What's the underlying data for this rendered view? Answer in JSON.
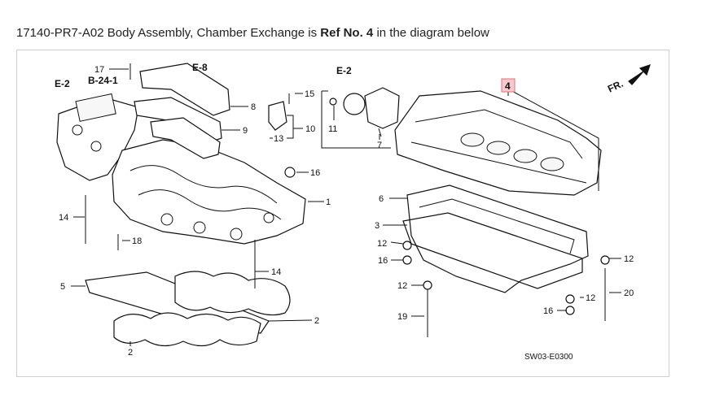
{
  "caption": {
    "part_number": "17140-PR7-A02 Body Assembly, Chamber Exchange is",
    "ref_text": "Ref No. 4",
    "suffix": "in the diagram below"
  },
  "diagram": {
    "highlight_color": "#e8707a",
    "highlight_fill": "#f7c9cc",
    "drawing_code": "SW03-E0300",
    "direction_label": "FR.",
    "refs": {
      "e2_left": "E-2",
      "b241": "B-24-1",
      "e8": "E-8",
      "e2_right": "E-2"
    },
    "labels": {
      "n1": "1",
      "n2a": "2",
      "n2b": "2",
      "n3": "3",
      "n4": "4",
      "n5": "5",
      "n6": "6",
      "n7": "7",
      "n8": "8",
      "n9": "9",
      "n10": "10",
      "n11": "11",
      "n12a": "12",
      "n12b": "12",
      "n12c": "12",
      "n12d": "12",
      "n13": "13",
      "n14a": "14",
      "n14b": "14",
      "n15": "15",
      "n16a": "16",
      "n16b": "16",
      "n16c": "16",
      "n17": "17",
      "n18": "18",
      "n19": "19",
      "n20": "20"
    }
  }
}
